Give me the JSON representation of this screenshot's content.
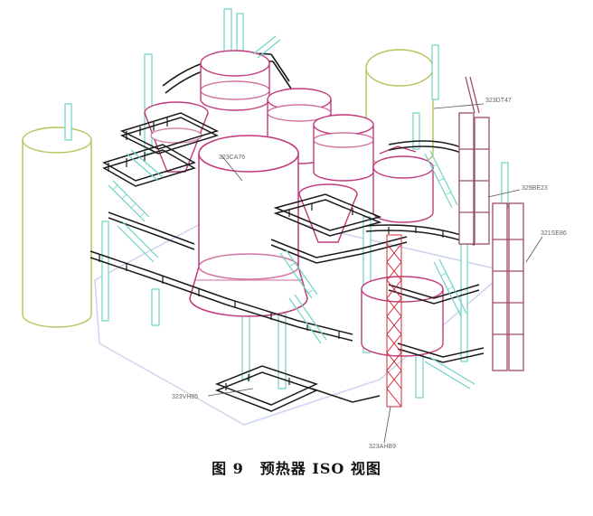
{
  "figure": {
    "caption_number": "图 9",
    "caption_text": "预热器 ISO 视图",
    "labels": {
      "top_right": "323DT47",
      "right_mid": "329BE23",
      "right_low": "321SE86",
      "tower": "323CA76",
      "bottom_left": "323VH85",
      "bottom_mid": "323AHB9"
    }
  },
  "colors": {
    "silo_outline": "#b7c25a",
    "vessel": "#c03a7a",
    "stair": "#6fd3c4",
    "rail": "#1a1a1a",
    "column": "#8fd9cf",
    "red_lattice": "#d22a3a"
  }
}
